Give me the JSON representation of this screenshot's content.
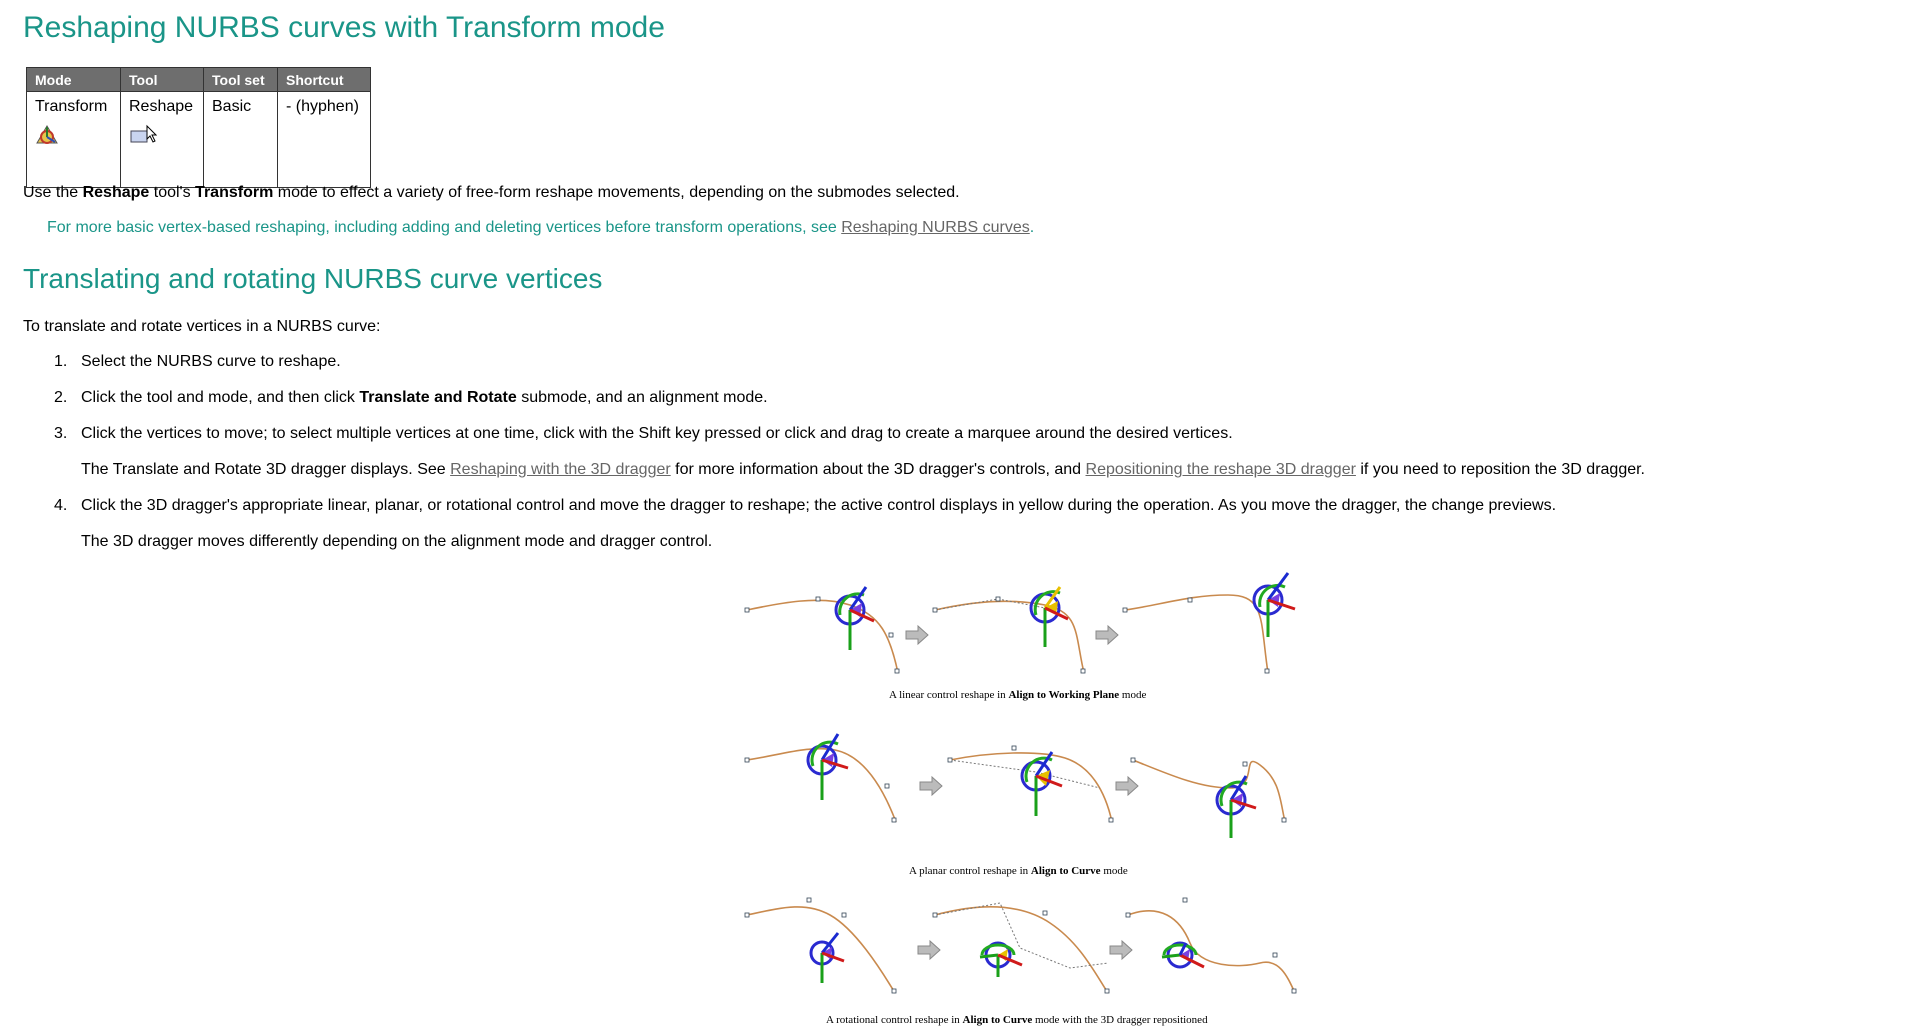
{
  "title": "Reshaping NURBS curves with Transform mode",
  "table": {
    "headers": [
      "Mode",
      "Tool",
      "Tool set",
      "Shortcut"
    ],
    "row": {
      "mode": "Transform",
      "mode_icon": "transform-mode-icon",
      "tool": "Reshape",
      "tool_icon": "reshape-tool-icon",
      "toolset": "Basic",
      "shortcut": "- (hyphen)"
    }
  },
  "intro": {
    "prefix": "Use the ",
    "bold1": "Reshape",
    "mid": " tool's ",
    "bold2": "Transform",
    "suffix": " mode to effect a variety of free-form reshape movements, depending on the submodes selected."
  },
  "note": {
    "text": "For more basic vertex-based reshaping, including adding and deleting vertices before transform operations, see ",
    "link": "Reshaping NURBS curves",
    "end": "."
  },
  "section_title": "Translating and rotating NURBS curve vertices",
  "lead": "To translate and rotate vertices in a NURBS curve:",
  "steps": [
    {
      "num": "1.",
      "text": "Select the NURBS curve to reshape."
    },
    {
      "num": "2.",
      "pre": "Click the tool and mode, and then click ",
      "bold": "Translate and Rotate",
      "post": " submode, and an alignment mode."
    },
    {
      "num": "3.",
      "text": "Click the vertices to move; to select multiple vertices at one time, click with the Shift key pressed or click and drag to create a marquee around the desired vertices.",
      "sub_pre": "The Translate and Rotate 3D dragger displays. See ",
      "sub_link1": "Reshaping with the 3D dragger",
      "sub_mid": " for more information about the 3D dragger's controls, and ",
      "sub_link2": "Repositioning the reshape 3D dragger",
      "sub_post": " if you need to reposition the 3D dragger."
    },
    {
      "num": "4.",
      "text": "Click the 3D dragger's appropriate linear, planar, or rotational control and move the dragger to reshape; the active control displays in yellow during the operation. As you move the dragger, the change previews.",
      "sub": "The 3D dragger moves differently depending on the alignment mode and dragger control."
    }
  ],
  "figures": [
    {
      "cap_pre": "A linear control reshape in ",
      "cap_bold": "Align to Working Plane",
      "cap_post": " mode"
    },
    {
      "cap_pre": "A planar control reshape in ",
      "cap_bold": "Align to Curve",
      "cap_post": " mode"
    },
    {
      "cap_pre": "A rotational control reshape in ",
      "cap_bold": "Align to Curve",
      "cap_post": " mode with the 3D dragger repositioned"
    }
  ],
  "colors": {
    "heading": "#1a9588",
    "table_header": "#6e6e6e",
    "curve": "#c98a4e"
  }
}
